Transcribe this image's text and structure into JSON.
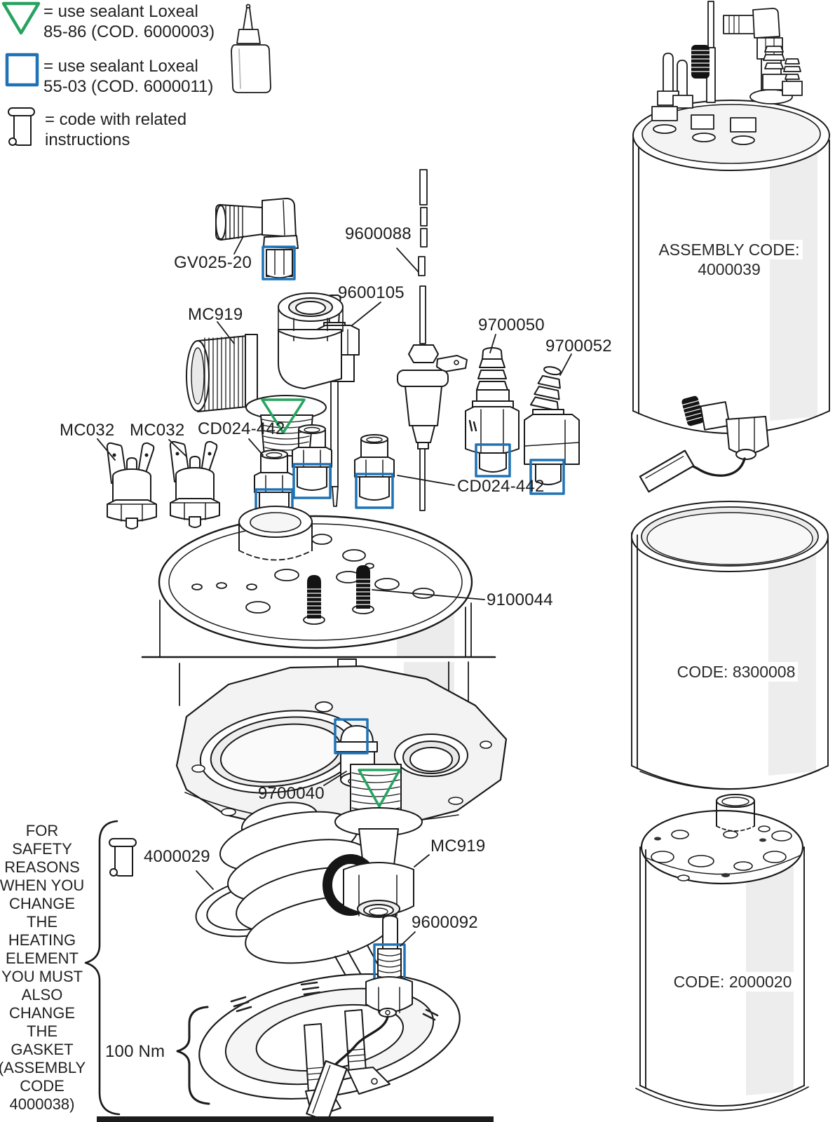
{
  "colors": {
    "sealant_85_86_green": "#27a35f",
    "sealant_55_03_blue": "#1f72b5",
    "line": "#1a1a1a"
  },
  "legend": {
    "items": [
      {
        "icon": "green-triangle-icon",
        "text": "= use sealant Loxeal\n85-86 (COD. 6000003)"
      },
      {
        "icon": "blue-square-icon",
        "text": "= use sealant Loxeal\n55-03 (COD. 6000011)"
      },
      {
        "icon": "scroll-icon",
        "text": "= code with related\ninstructions"
      }
    ]
  },
  "part_labels": {
    "gv025_20": "GV025-20",
    "p9600088": "9600088",
    "p9600105": "9600105",
    "mc919_top": "MC919",
    "p9700050": "9700050",
    "p9700052": "9700052",
    "mc032_left": "MC032",
    "mc032_right": "MC032",
    "cd024_442_left": "CD024-442",
    "cd024_442_right": "CD024-442",
    "p9100044": "9100044",
    "p9700040": "9700040",
    "mc919_bottom": "MC919",
    "p4000029": "4000029",
    "p9600092": "9600092",
    "torque_note": "100 Nm"
  },
  "right_column": {
    "assembly_label": "ASSEMBLY CODE:",
    "assembly_code": "4000039",
    "middle_cylinder_code": "CODE: 8300008",
    "bottom_cylinder_code": "CODE: 2000020"
  },
  "safety_note": "FOR\nSAFETY\nREASONS\nWHEN YOU\nCHANGE\nTHE\nHEATING\nELEMENT\nYOU MUST\nALSO\nCHANGE\nTHE\nGASKET\n(ASSEMBLY\nCODE\n4000038)"
}
